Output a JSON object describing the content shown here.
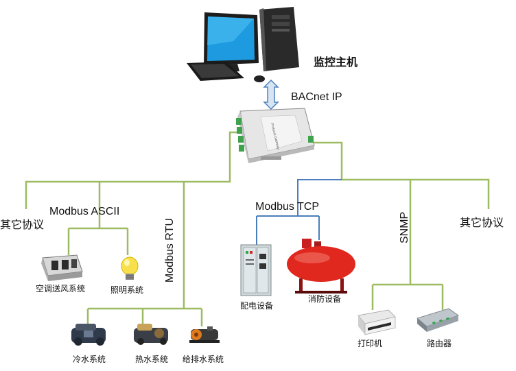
{
  "colors": {
    "line_green": "#9dbb61",
    "line_blue": "#4a7ebb",
    "arrow_blue": "#4f81bd",
    "gateway_green": "#3fa34d"
  },
  "host": {
    "label": "监控主机",
    "icon": "desktop-computer-icon"
  },
  "gateway": {
    "icon": "protocol-gateway-icon",
    "uplink_protocol": "BACnet IP"
  },
  "left_branch": {
    "other_protocol": "其它协议",
    "modbus_ascii": {
      "protocol": "Modbus ASCII",
      "devices": [
        {
          "label": "空调送风系统",
          "icon": "air-handling-unit-icon"
        },
        {
          "label": "照明系统",
          "icon": "light-bulb-icon"
        }
      ]
    },
    "modbus_rtu": {
      "protocol": "Modbus RTU",
      "devices": [
        {
          "label": "冷水系统",
          "icon": "chiller-icon"
        },
        {
          "label": "热水系统",
          "icon": "water-heater-icon"
        },
        {
          "label": "给排水系统",
          "icon": "water-pump-icon"
        }
      ]
    }
  },
  "right_branch": {
    "modbus_tcp": {
      "protocol": "Modbus TCP",
      "devices": [
        {
          "label": "配电设备",
          "icon": "power-cabinet-icon"
        },
        {
          "label": "消防设备",
          "icon": "fire-tank-icon"
        }
      ]
    },
    "snmp": {
      "protocol": "SNMP",
      "devices": [
        {
          "label": "打印机",
          "icon": "printer-icon"
        },
        {
          "label": "路由器",
          "icon": "router-icon"
        }
      ]
    },
    "other_protocol": "其它协议"
  }
}
